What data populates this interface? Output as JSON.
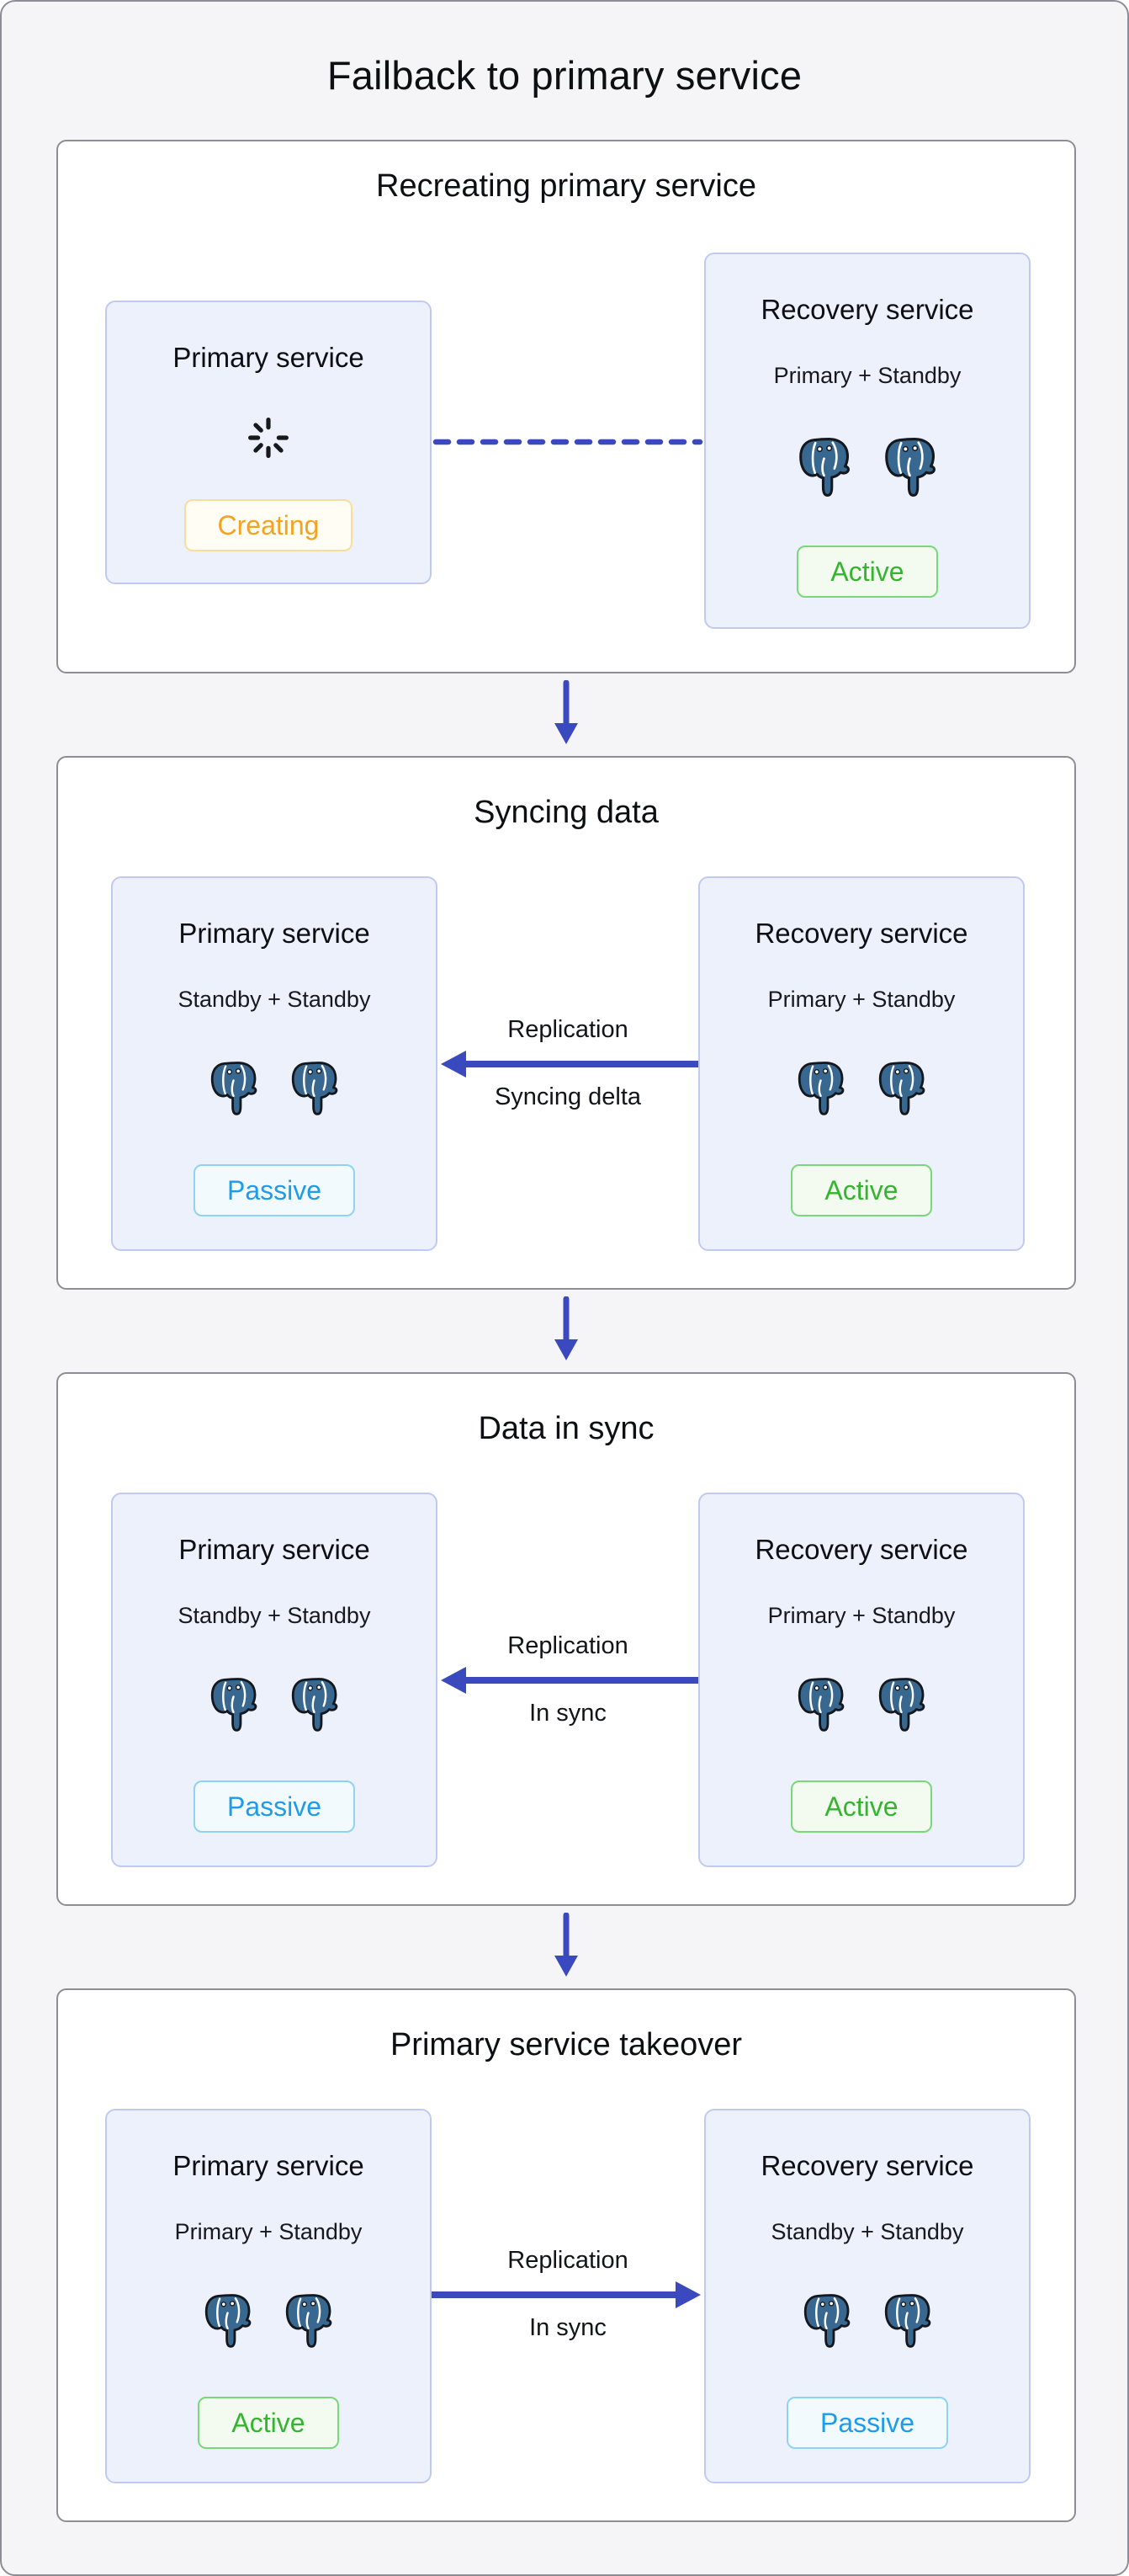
{
  "title": "Failback to primary service",
  "colors": {
    "background": "#f5f5f7",
    "panel_background": "#ffffff",
    "panel_border": "#8d8d95",
    "card_background": "#edf1fc",
    "card_border": "#c0caf0",
    "accent_blue": "#3a49be",
    "postgres_blue": "#38678f",
    "creating_orange": "#f6a21e",
    "active_green": "#35b42f",
    "passive_blue": "#1e9be9"
  },
  "stages": [
    {
      "title": "Recreating primary service",
      "left_card": {
        "title": "Primary service",
        "icon": "loading-spinner",
        "status": "Creating"
      },
      "right_card": {
        "title": "Recovery service",
        "subtitle": "Primary + Standby",
        "icon": "postgresql-pair",
        "status": "Active"
      },
      "connector": {
        "style": "dashed-line"
      }
    },
    {
      "title": "Syncing data",
      "left_card": {
        "title": "Primary service",
        "subtitle": "Standby + Standby",
        "icon": "postgresql-pair",
        "status": "Passive"
      },
      "right_card": {
        "title": "Recovery service",
        "subtitle": "Primary + Standby",
        "icon": "postgresql-pair",
        "status": "Active"
      },
      "connector": {
        "style": "arrow-left",
        "label_top": "Replication",
        "label_bottom": "Syncing delta"
      }
    },
    {
      "title": "Data in sync",
      "left_card": {
        "title": "Primary service",
        "subtitle": "Standby + Standby",
        "icon": "postgresql-pair",
        "status": "Passive"
      },
      "right_card": {
        "title": "Recovery service",
        "subtitle": "Primary + Standby",
        "icon": "postgresql-pair",
        "status": "Active"
      },
      "connector": {
        "style": "arrow-left",
        "label_top": "Replication",
        "label_bottom": "In sync"
      }
    },
    {
      "title": "Primary service takeover",
      "left_card": {
        "title": "Primary service",
        "subtitle": "Primary + Standby",
        "icon": "postgresql-pair",
        "status": "Active"
      },
      "right_card": {
        "title": "Recovery service",
        "subtitle": "Standby + Standby",
        "icon": "postgresql-pair",
        "status": "Passive"
      },
      "connector": {
        "style": "arrow-right",
        "label_top": "Replication",
        "label_bottom": "In sync"
      }
    }
  ]
}
